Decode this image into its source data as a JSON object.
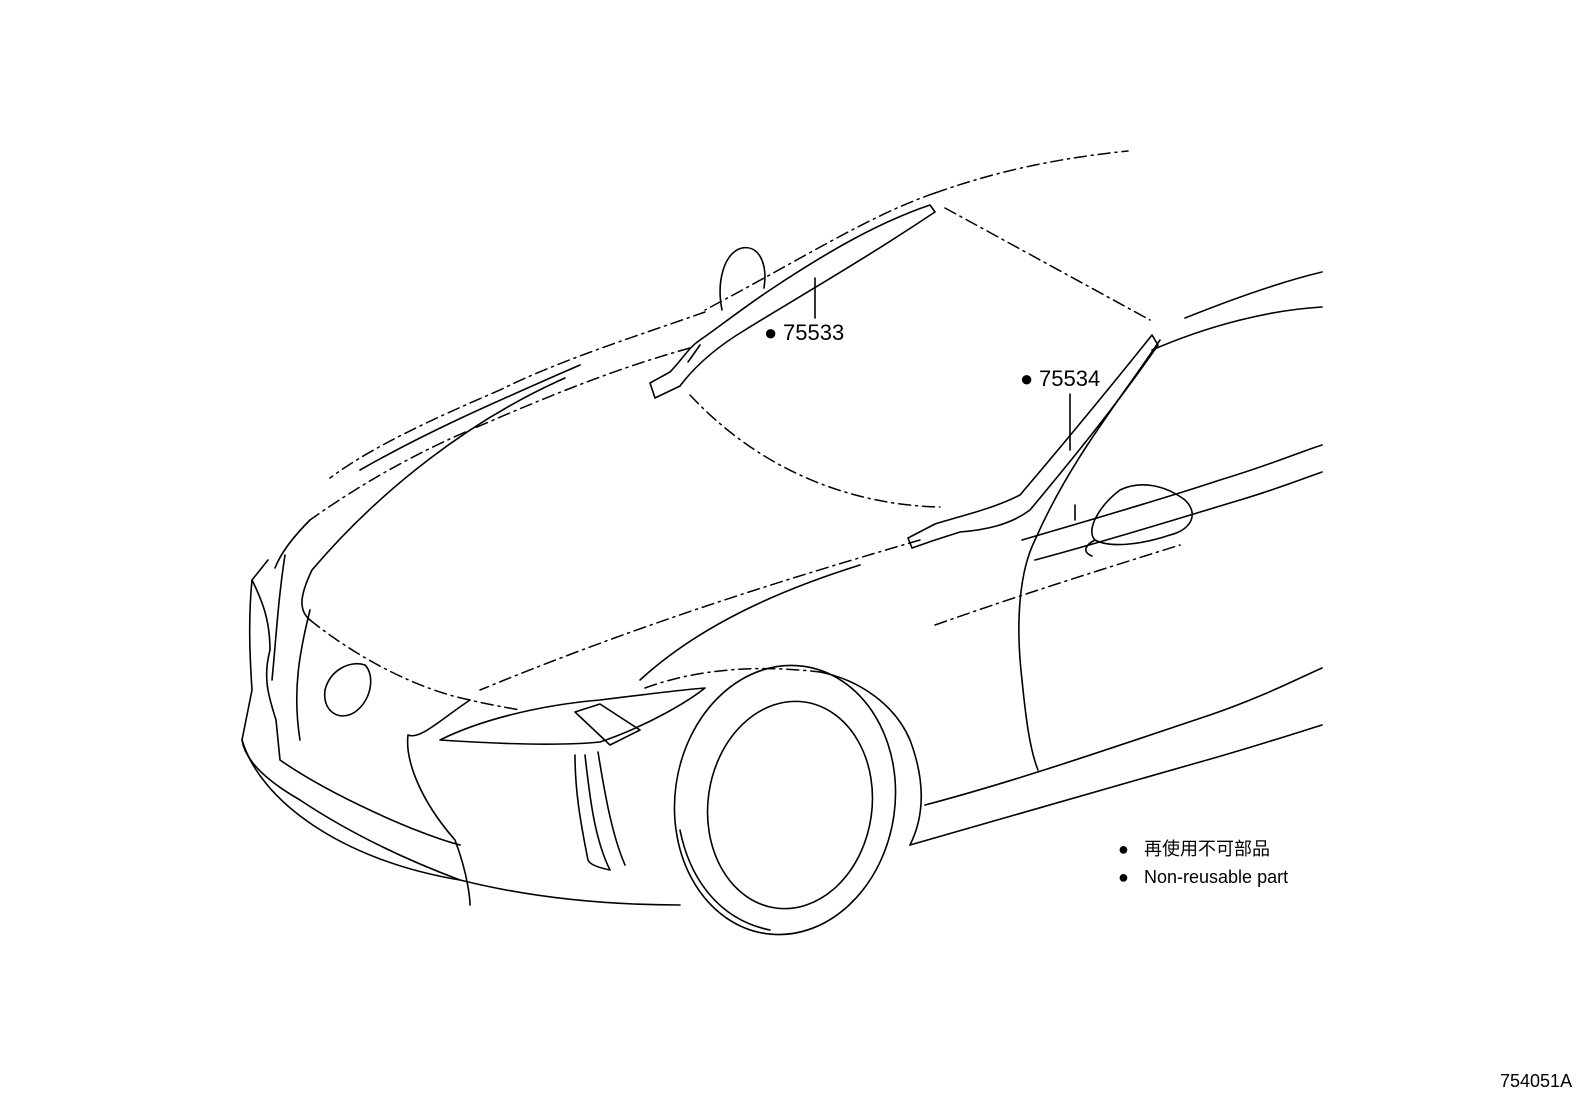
{
  "callouts": [
    {
      "part_number": "75533",
      "marker": "●"
    },
    {
      "part_number": "75534",
      "marker": "●"
    }
  ],
  "legend": {
    "line_jp": "再使用不可部品",
    "line_en": "Non-reusable part",
    "marker": "●"
  },
  "illustration_id": "754051A"
}
